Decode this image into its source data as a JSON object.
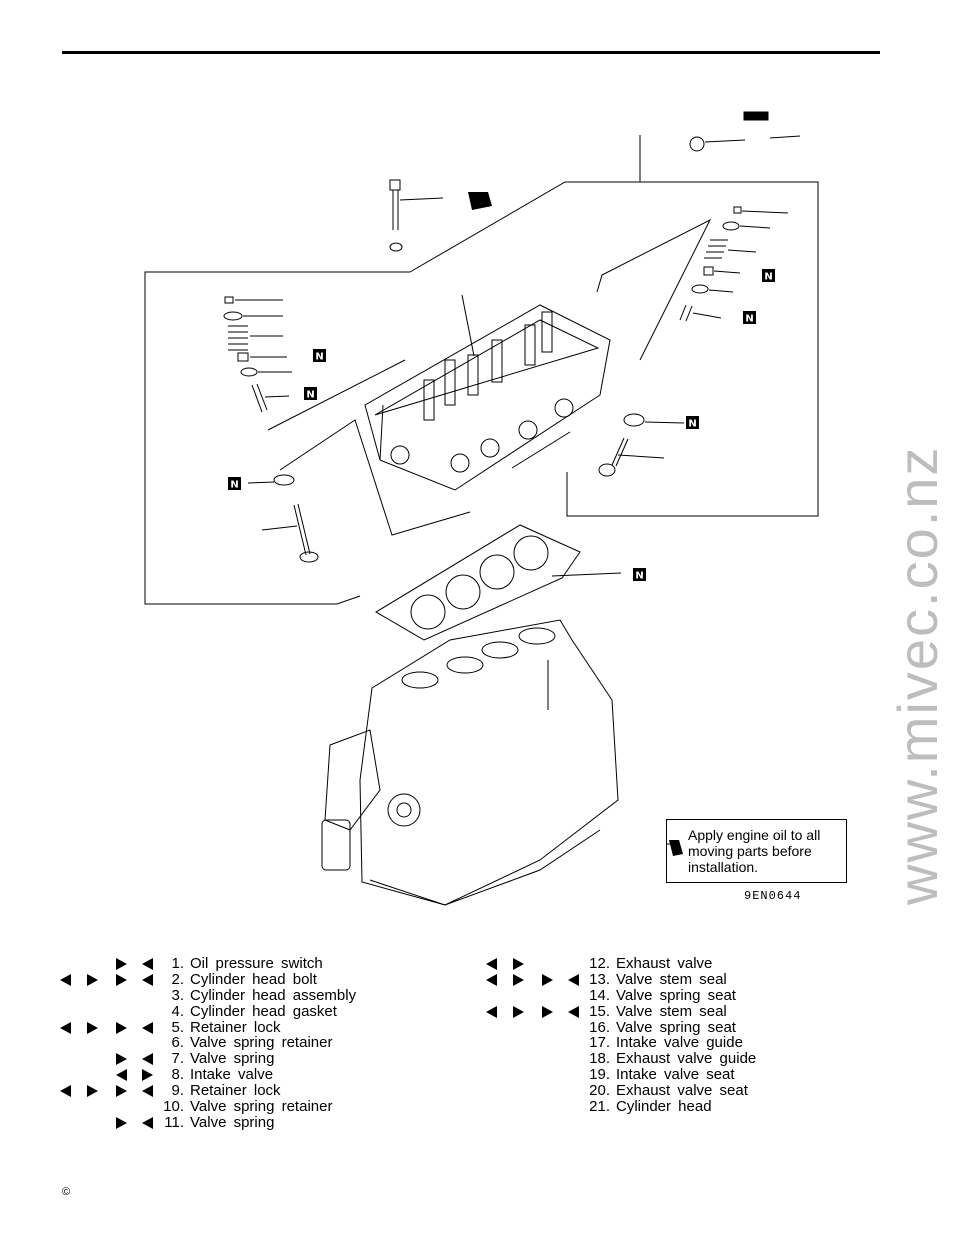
{
  "watermark": "www.mivec.co.nz",
  "note": {
    "text": "Apply engine oil to all moving parts before installation.",
    "icon": "oil-can-icon"
  },
  "figure_code": "9EN0644",
  "badge_letter": "N",
  "copyright": "©",
  "parts_left": [
    {
      "no": "1.",
      "name": "Oil pressure switch",
      "marks": [
        "r",
        "l"
      ]
    },
    {
      "no": "2.",
      "name": "Cylinder head bolt",
      "marks": [
        "l",
        "r",
        "r",
        "l"
      ]
    },
    {
      "no": "3.",
      "name": "Cylinder head assembly",
      "marks": []
    },
    {
      "no": "4.",
      "name": "Cylinder head gasket",
      "marks": []
    },
    {
      "no": "5.",
      "name": "Retainer lock",
      "marks": [
        "l",
        "r",
        "r",
        "l"
      ]
    },
    {
      "no": "6.",
      "name": "Valve spring retainer",
      "marks": []
    },
    {
      "no": "7.",
      "name": "Valve spring",
      "marks": [
        "r",
        "l"
      ]
    },
    {
      "no": "8.",
      "name": "Intake valve",
      "marks": [
        "l",
        "r"
      ]
    },
    {
      "no": "9.",
      "name": "Retainer lock",
      "marks": [
        "l",
        "r",
        "r",
        "l"
      ]
    },
    {
      "no": "10.",
      "name": "Valve spring retainer",
      "marks": []
    },
    {
      "no": "11.",
      "name": "Valve spring",
      "marks": [
        "r",
        "l"
      ]
    }
  ],
  "parts_right": [
    {
      "no": "12.",
      "name": "Exhaust valve",
      "marks": [
        "l",
        "r"
      ]
    },
    {
      "no": "13.",
      "name": "Valve stem seal",
      "marks": [
        "l",
        "r",
        "r",
        "l"
      ]
    },
    {
      "no": "14.",
      "name": "Valve spring seat",
      "marks": []
    },
    {
      "no": "15.",
      "name": "Valve stem seal",
      "marks": [
        "l",
        "r",
        "r",
        "l"
      ]
    },
    {
      "no": "16.",
      "name": "Valve spring seat",
      "marks": []
    },
    {
      "no": "17.",
      "name": "Intake valve guide",
      "marks": []
    },
    {
      "no": "18.",
      "name": "Exhaust valve guide",
      "marks": []
    },
    {
      "no": "19.",
      "name": "Intake valve seat",
      "marks": []
    },
    {
      "no": "20.",
      "name": "Exhaust valve seat",
      "marks": []
    },
    {
      "no": "21.",
      "name": "Cylinder head",
      "marks": []
    }
  ]
}
